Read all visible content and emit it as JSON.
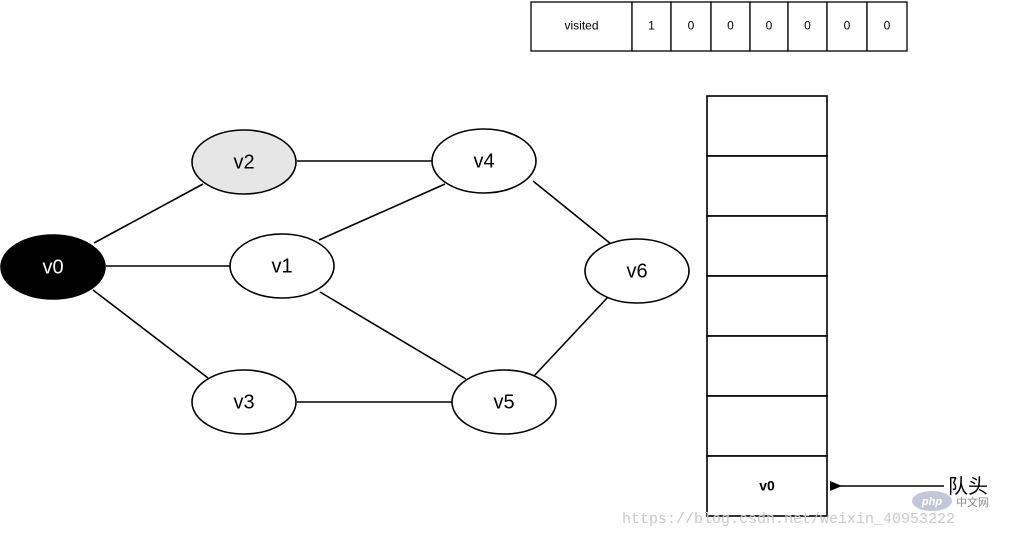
{
  "visited": {
    "label": "visited",
    "values": [
      "1",
      "0",
      "0",
      "0",
      "0",
      "0",
      "0"
    ]
  },
  "graph": {
    "nodes": {
      "v0": {
        "label": "v0",
        "state": "current",
        "fill": "#000000",
        "text_color": "#ffffff"
      },
      "v1": {
        "label": "v1",
        "state": "unvisited",
        "fill": "#ffffff",
        "text_color": "#000000"
      },
      "v2": {
        "label": "v2",
        "state": "discovered",
        "fill": "#e6e6e6",
        "text_color": "#000000"
      },
      "v3": {
        "label": "v3",
        "state": "unvisited",
        "fill": "#ffffff",
        "text_color": "#000000"
      },
      "v4": {
        "label": "v4",
        "state": "unvisited",
        "fill": "#ffffff",
        "text_color": "#000000"
      },
      "v5": {
        "label": "v5",
        "state": "unvisited",
        "fill": "#ffffff",
        "text_color": "#000000"
      },
      "v6": {
        "label": "v6",
        "state": "unvisited",
        "fill": "#ffffff",
        "text_color": "#000000"
      }
    },
    "edges": [
      [
        "v0",
        "v2"
      ],
      [
        "v0",
        "v1"
      ],
      [
        "v0",
        "v3"
      ],
      [
        "v2",
        "v4"
      ],
      [
        "v1",
        "v4"
      ],
      [
        "v1",
        "v5"
      ],
      [
        "v3",
        "v5"
      ],
      [
        "v4",
        "v6"
      ],
      [
        "v5",
        "v6"
      ]
    ]
  },
  "queue": {
    "cells": [
      "",
      "",
      "",
      "",
      "",
      "",
      "v0"
    ],
    "head_label": "队头"
  },
  "watermark": {
    "url": "https://blog.csdn.net/weixin_40953222",
    "badge": "php",
    "site": "中文网"
  }
}
